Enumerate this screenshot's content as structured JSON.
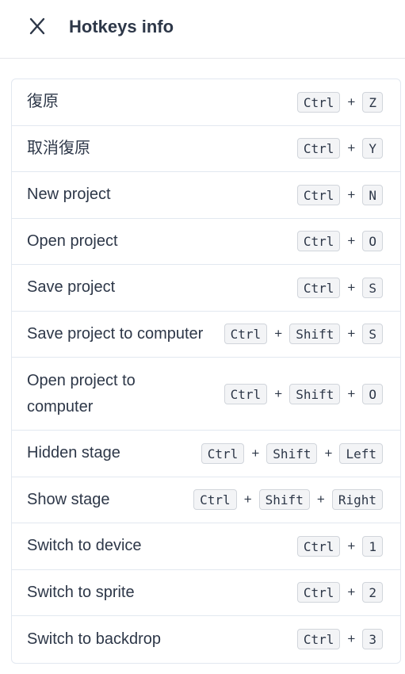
{
  "header": {
    "close_icon": "close-icon",
    "title": "Hotkeys info"
  },
  "hotkeys": [
    {
      "label": "復原",
      "keys": [
        "Ctrl",
        "Z"
      ]
    },
    {
      "label": "取消復原",
      "keys": [
        "Ctrl",
        "Y"
      ]
    },
    {
      "label": "New project",
      "keys": [
        "Ctrl",
        "N"
      ]
    },
    {
      "label": "Open project",
      "keys": [
        "Ctrl",
        "O"
      ]
    },
    {
      "label": "Save project",
      "keys": [
        "Ctrl",
        "S"
      ]
    },
    {
      "label": "Save project to computer",
      "keys": [
        "Ctrl",
        "Shift",
        "S"
      ]
    },
    {
      "label": "Open project to computer",
      "keys": [
        "Ctrl",
        "Shift",
        "O"
      ]
    },
    {
      "label": "Hidden stage",
      "keys": [
        "Ctrl",
        "Shift",
        "Left"
      ]
    },
    {
      "label": "Show stage",
      "keys": [
        "Ctrl",
        "Shift",
        "Right"
      ]
    },
    {
      "label": "Switch to device",
      "keys": [
        "Ctrl",
        "1"
      ]
    },
    {
      "label": "Switch to sprite",
      "keys": [
        "Ctrl",
        "2"
      ]
    },
    {
      "label": "Switch to backdrop",
      "keys": [
        "Ctrl",
        "3"
      ]
    }
  ],
  "separator": "+",
  "colors": {
    "text": "#2d3748",
    "border": "#e2e8f0",
    "kbd_bg": "#f3f4f6"
  }
}
